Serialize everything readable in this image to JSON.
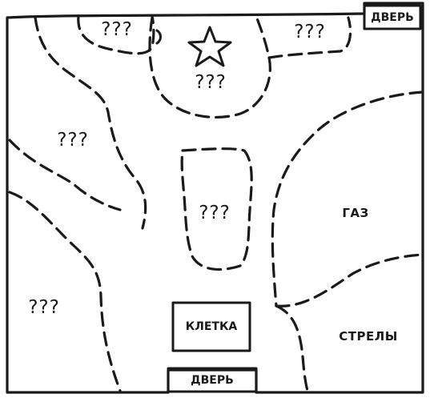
{
  "doors": {
    "top_right": "ДВЕРЬ",
    "bottom": "ДВЕРЬ"
  },
  "rooms": {
    "top_left": "???",
    "top_right": "???",
    "star_room": "???",
    "left": "???",
    "center": "???",
    "bottom_left": "???",
    "gas": "ГАЗ",
    "arrows": "СТРЕЛЫ"
  },
  "cage": "КЛЕТКА",
  "icons": {
    "star": "star-icon"
  },
  "colors": {
    "ink": "#1a1a1a",
    "paper": "#ffffff"
  }
}
